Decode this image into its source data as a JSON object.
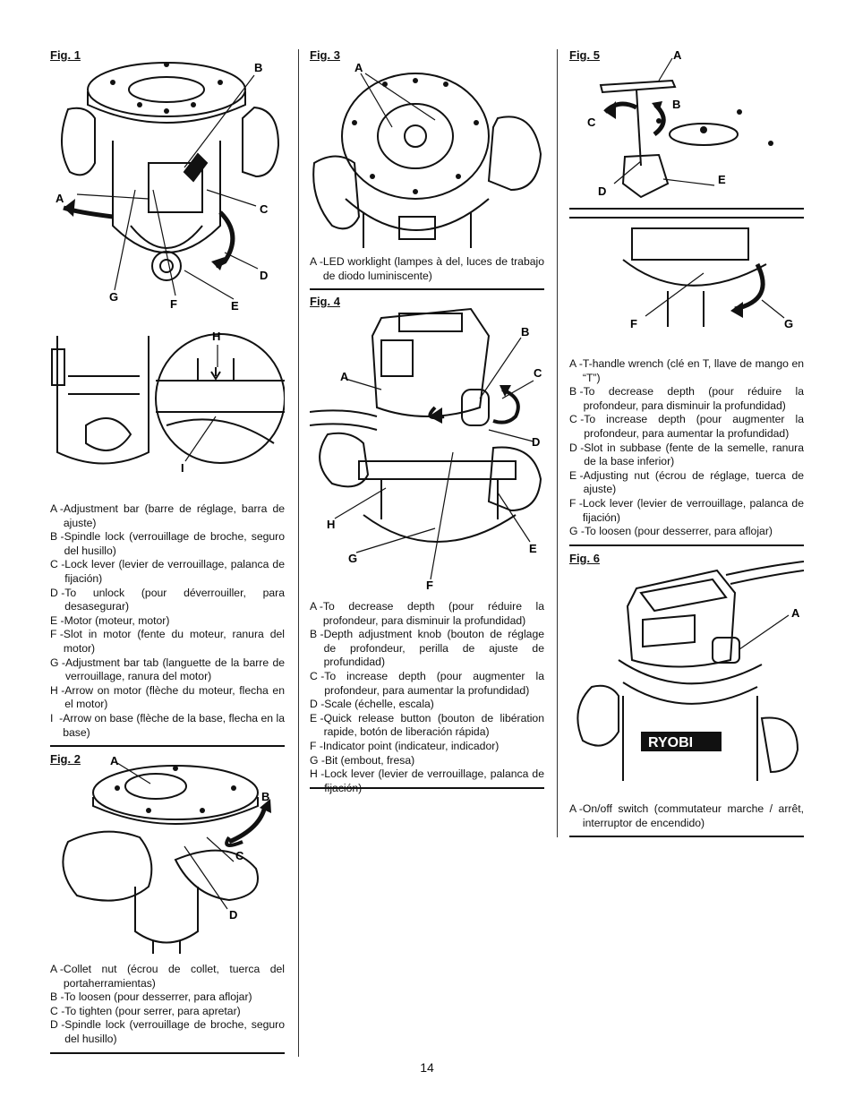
{
  "fig1": {
    "title": "Fig. 1",
    "callouts": [
      "A",
      "B",
      "C",
      "D",
      "E",
      "F",
      "G",
      "H",
      "I"
    ],
    "legend": [
      {
        "key": "A -",
        "text": "Adjustment bar (barre de réglage, barra de ajuste)"
      },
      {
        "key": "B -",
        "text": "Spindle lock (verrouillage de broche, seguro del husillo)"
      },
      {
        "key": "C -",
        "text": "Lock lever (levier de verrouillage, palanca de fijación)"
      },
      {
        "key": "D -",
        "text": "To unlock (pour déverrouiller, para desasegurar)"
      },
      {
        "key": "E -",
        "text": "Motor (moteur, motor)"
      },
      {
        "key": "F -",
        "text": "Slot in motor (fente du moteur, ranura del motor)"
      },
      {
        "key": "G -",
        "text": "Adjustment bar tab (languette de la barre de verrouillage, ranura del motor)"
      },
      {
        "key": "H -",
        "text": "Arrow on motor (flèche du moteur, flecha en el motor)"
      },
      {
        "key": "I  -",
        "text": "Arrow on base (flèche de la base, flecha en la base)"
      }
    ]
  },
  "fig2": {
    "title": "Fig. 2",
    "callouts": [
      "A",
      "B",
      "C",
      "D"
    ],
    "legend": [
      {
        "key": "A -",
        "text": "Collet nut (écrou de collet, tuerca del portaherramientas)"
      },
      {
        "key": "B -",
        "text": "To loosen (pour desserrer, para aflojar)"
      },
      {
        "key": "C -",
        "text": "To tighten (pour serrer, para apretar)"
      },
      {
        "key": "D -",
        "text": "Spindle lock (verrouillage de broche, seguro del husillo)"
      }
    ]
  },
  "fig3": {
    "title": "Fig. 3",
    "callouts": [
      "A"
    ],
    "legend": [
      {
        "key": "A -",
        "text": "LED worklight (lampes à del, luces de trabajo de diodo luminiscente)"
      }
    ]
  },
  "fig4": {
    "title": "Fig. 4",
    "callouts": [
      "A",
      "B",
      "C",
      "D",
      "E",
      "F",
      "G",
      "H"
    ],
    "legend": [
      {
        "key": "A -",
        "text": "To decrease depth (pour réduire la profondeur, para disminuir la profundidad)"
      },
      {
        "key": "B -",
        "text": "Depth adjustment knob (bouton de réglage de profondeur, perilla de ajuste de profundidad)"
      },
      {
        "key": "C -",
        "text": "To increase depth (pour augmenter la profondeur, para aumentar la profundidad)"
      },
      {
        "key": "D -",
        "text": "Scale (échelle, escala)"
      },
      {
        "key": "E -",
        "text": "Quick release button (bouton de libération rapide, botón de liberación rápida)"
      },
      {
        "key": "F -",
        "text": "Indicator point (indicateur, indicador)"
      },
      {
        "key": "G -",
        "text": "Bit (embout, fresa)"
      },
      {
        "key": "H -",
        "text": "Lock lever (levier de verrouillage, palanca de fijación)"
      }
    ]
  },
  "fig5": {
    "title": "Fig. 5",
    "callouts": [
      "A",
      "B",
      "C",
      "D",
      "E",
      "F",
      "G"
    ],
    "legend": [
      {
        "key": "A -",
        "text": "T-handle wrench (clé en T, llave de mango en “T”)"
      },
      {
        "key": "B -",
        "text": "To decrease depth (pour réduire la profondeur, para disminuir la profundidad)"
      },
      {
        "key": "C -",
        "text": "To increase depth (pour augmenter la profondeur, para aumentar la profundidad)"
      },
      {
        "key": "D -",
        "text": "Slot in subbase (fente de la semelle, ranura de la base inferior)"
      },
      {
        "key": "E -",
        "text": "Adjusting nut (écrou de réglage, tuerca de ajuste)"
      },
      {
        "key": "F -",
        "text": "Lock lever (levier de verrouillage, palanca de fijación)"
      },
      {
        "key": "G -",
        "text": "To loosen (pour desserrer, para aflojar)"
      }
    ]
  },
  "fig6": {
    "title": "Fig. 6",
    "callouts": [
      "A"
    ],
    "brand": "RYOBI",
    "legend": [
      {
        "key": "A -",
        "text": "On/off switch (commutateur marche / arrêt, interruptor de encendido)"
      }
    ]
  },
  "page_number": "14"
}
